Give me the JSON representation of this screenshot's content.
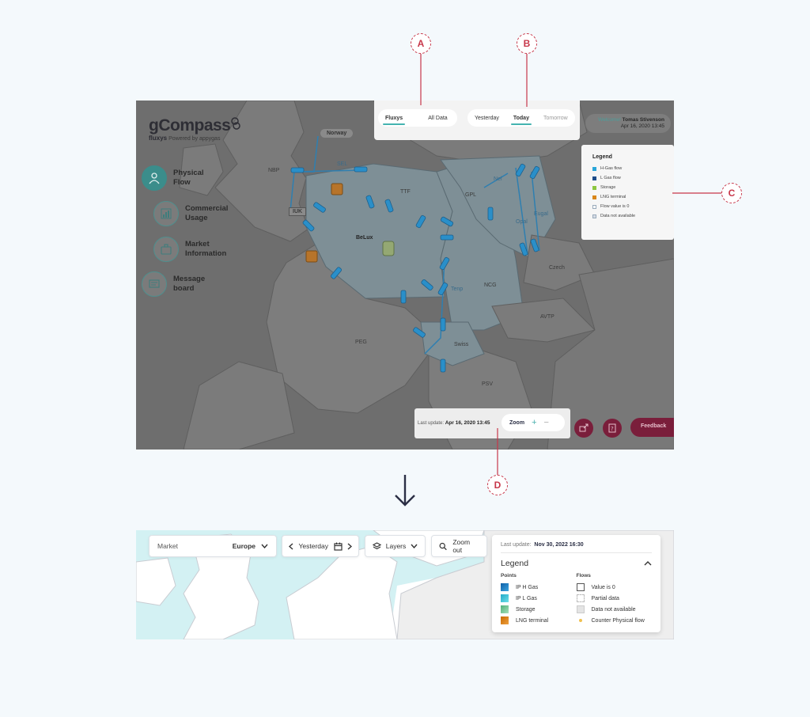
{
  "app": {
    "logo_text": "gCompass",
    "logo_sub_brand": "fluxys",
    "logo_sub_text": "Powered by appygas"
  },
  "map_labels": [
    "Norway",
    "NBP",
    "SEL",
    "TTF",
    "IUK",
    "GPL",
    "BeLux",
    "Nel",
    "Opal",
    "Eugal",
    "NCG",
    "Czech",
    "AVTP",
    "PEG",
    "Swiss",
    "PSV",
    "Tenp"
  ],
  "nav": [
    {
      "label": "Physical\nFlow",
      "active": true
    },
    {
      "label": "Commercial\nUsage",
      "active": false
    },
    {
      "label": "Market\nInformation",
      "active": false
    },
    {
      "label": "Message\nboard",
      "active": false
    }
  ],
  "data_source_toggle": {
    "options": [
      "Fluxys",
      "All Data"
    ],
    "selected": "Fluxys"
  },
  "day_toggle": {
    "options": [
      "Yesterday",
      "Today",
      "Tomorrow"
    ],
    "selected": "Today"
  },
  "user": {
    "welcome": "Welcome!",
    "name": "Tomas Stivenson",
    "date": "Apr 16, 2020 13:45"
  },
  "legend_old": {
    "title": "Legend",
    "items": [
      {
        "label": "H-Gas flow",
        "color": "#2aa6d9"
      },
      {
        "label": "L Gas flow",
        "color": "#1d4c8a"
      },
      {
        "label": "Storage",
        "color": "#8cc63f"
      },
      {
        "label": "LNG terminal",
        "color": "#d9861a"
      },
      {
        "label": "Flow value is 0",
        "color": "#ffffff"
      },
      {
        "label": "Data not available",
        "color": "#d8dde6"
      }
    ]
  },
  "status_old": {
    "last_update_label": "Last update:",
    "last_update_value": "Apr 16, 2020 13:45",
    "zoom_label": "Zoom",
    "zoom_in": "+",
    "zoom_out": "−"
  },
  "feedback_label": "Feedback",
  "callouts": [
    "A",
    "B",
    "C",
    "D"
  ],
  "toolbar": {
    "market_label": "Market",
    "market_value": "Europe",
    "date_value": "Yesterday",
    "layers_label": "Layers",
    "zoom_out_label": "Zoom out"
  },
  "legend_new": {
    "last_update_label": "Last update:",
    "last_update_value": "Nov 30, 2022 16:30",
    "title": "Legend",
    "points_title": "Points",
    "points": [
      {
        "label": "IP H Gas",
        "color": "#1e7fc0"
      },
      {
        "label": "IP L Gas",
        "color": "#35c3d6"
      },
      {
        "label": "Storage",
        "color": "#7ac89a"
      },
      {
        "label": "LNG terminal",
        "color": "#d97a10"
      }
    ],
    "flows_title": "Flows",
    "flows": [
      {
        "label": "Value is 0"
      },
      {
        "label": "Partial data"
      },
      {
        "label": "Data not available"
      },
      {
        "label": "Counter Physical flow"
      }
    ]
  }
}
